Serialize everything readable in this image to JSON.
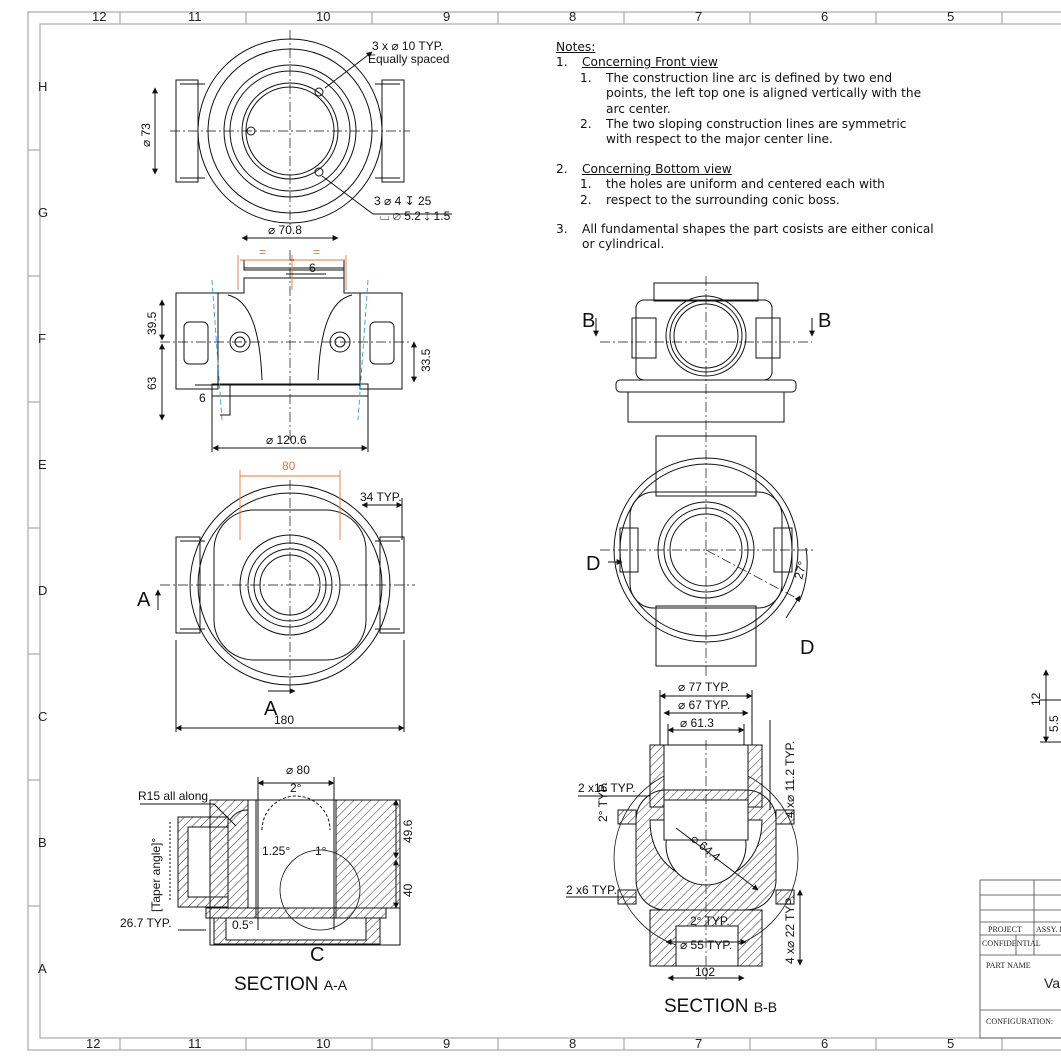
{
  "sheet": {
    "column_labels": [
      "12",
      "11",
      "10",
      "9",
      "8",
      "7",
      "6",
      "5"
    ],
    "row_labels": [
      "H",
      "G",
      "F",
      "E",
      "D",
      "C",
      "B",
      "A"
    ]
  },
  "notes": {
    "title": "Notes:",
    "items": [
      {
        "num": "1.",
        "heading": "Concerning  Front view",
        "sub": [
          {
            "num": "1.",
            "text": "The  construction line arc is defined by two end points, the left top one is aligned vertically with the arc center."
          },
          {
            "num": "2.",
            "text": "The two sloping construction lines are symmetric with respect to the major center line."
          }
        ]
      },
      {
        "num": "2.",
        "heading": "Concerning Bottom view",
        "sub": [
          {
            "num": "1.",
            "text": "the holes are uniform and centered each with"
          },
          {
            "num": "2.",
            "text": "respect to the surrounding conic boss."
          }
        ]
      },
      {
        "num": "3.",
        "text": "All fundamental shapes the part cosists are either conical or cylindrical."
      }
    ]
  },
  "views": {
    "top": {
      "holes_note": "3 x ⌀ 10 TYP.",
      "holes_note2": "Equally spaced",
      "dia73": "⌀ 73",
      "dia70_8": "⌀ 70.8",
      "hole_callout_1": "3 ⌀ 4 ↧ 25",
      "hole_callout_2": "⌴ ⌀ 5.2 ↧ 1.5"
    },
    "front": {
      "eq_left": "=",
      "eq_right": "=",
      "d6_top": "6",
      "d39_5": "39.5",
      "d63": "63",
      "d33_5": "33.5",
      "d6_left": "6",
      "dia120_6": "⌀ 120.6"
    },
    "bottom": {
      "d80": "80",
      "d34": "34 TYP.",
      "d180": "180",
      "sec_a": "A",
      "sec_a2": "A"
    },
    "section_aa": {
      "title": "SECTION",
      "suffix": "A-A",
      "r15": "R15 all along",
      "dia80": "⌀ 80",
      "deg2": "2°",
      "deg1_25": "1.25°",
      "deg1": "1°",
      "deg0_5": "0.5°",
      "d49_6": "49.6",
      "d40": "40",
      "taper": "[Taper angle]°",
      "d26_7": "26.7 TYP.",
      "detail_c": "C"
    },
    "side_right": {
      "b_left": "B",
      "b_right": "B",
      "d_left": "D",
      "d_right": "D",
      "deg27": "27°"
    },
    "section_bb": {
      "title": "SECTION",
      "suffix": "B-B",
      "dia77": "⌀ 77 TYP.",
      "dia67": "⌀ 67 TYP.",
      "dia61_3": "⌀ 61.3",
      "d2x16": "2 x16 TYP.",
      "deg2typ": "2° TYP.",
      "d4x11_2": "4 x⌀ 11.2 TYP.",
      "dia_inner": "⌀ 64.4",
      "d2x6": "2 x6 TYP.",
      "deg2typ_b": "2° TYP.",
      "dia55": "⌀ 55 TYP.",
      "d102": "102",
      "d4x22": "4 x⌀ 22 TYP."
    },
    "detail": {
      "d12": "12",
      "d5_5": "5.5"
    }
  },
  "title_block": {
    "project": "PROJECT",
    "assy": "ASSY. I",
    "confidential": "CONFIDENTIAL",
    "part_name": "PART NAME",
    "part_value": "Va",
    "configuration": "CONFIGURATION:"
  },
  "colors": {
    "line": "#111111",
    "frame": "#888888",
    "orange_dim": "#e8773a",
    "blue_construction": "#3a9ad9"
  }
}
